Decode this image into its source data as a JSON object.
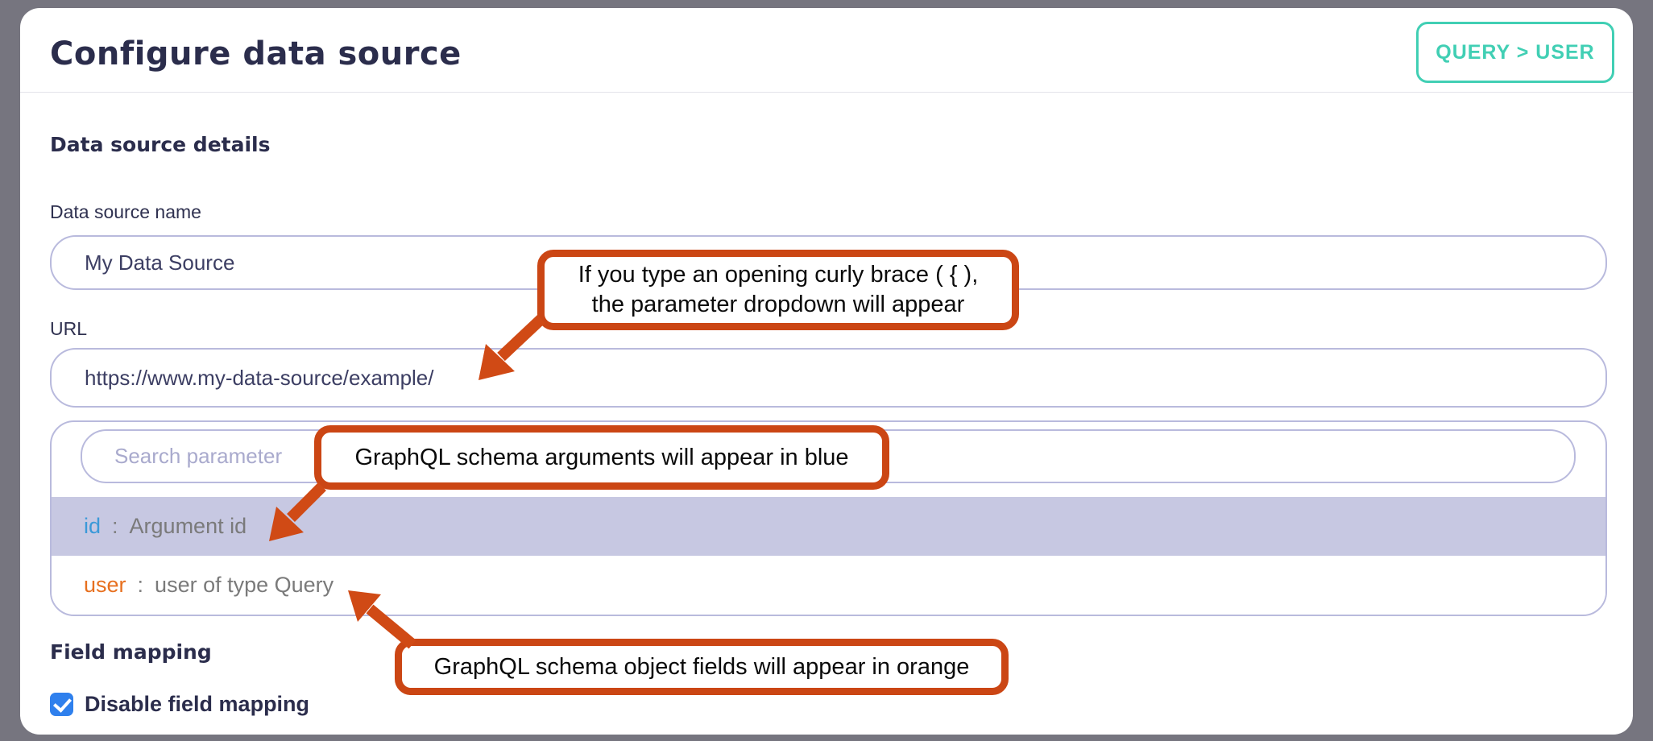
{
  "page": {
    "title": "Configure data source",
    "badge_label": "QUERY > USER"
  },
  "sections": {
    "details_header": "Data source details",
    "field_mapping_header": "Field mapping"
  },
  "fields": {
    "name": {
      "label": "Data source name",
      "value": "My Data Source"
    },
    "url": {
      "label": "URL",
      "value": "https://www.my-data-source/example/"
    }
  },
  "dropdown": {
    "search_placeholder": "Search parameter",
    "items": [
      {
        "key": "id",
        "separator": ":",
        "description": "Argument id",
        "key_color": "#3b99d8",
        "highlighted": true,
        "highlight_color": "#c7c8e2"
      },
      {
        "key": "user",
        "separator": ":",
        "description": "user of type Query",
        "key_color": "#e7701f",
        "highlighted": false,
        "highlight_color": null
      }
    ]
  },
  "field_mapping": {
    "checkbox_label": "Disable field mapping",
    "checked": true
  },
  "annotations": {
    "curly_brace": {
      "line1": "If you type an opening curly brace ( { ),",
      "line2": "the parameter dropdown will appear"
    },
    "arguments_blue": {
      "line1": "GraphQL schema arguments will appear in blue"
    },
    "fields_orange": {
      "line1": "GraphQL schema object fields will appear in orange"
    }
  },
  "colors": {
    "frame": "#76757f",
    "accent_teal": "#41cfb4",
    "callout_border": "#cb4614",
    "input_border": "#b9badd",
    "highlight_row": "#c7c8e2",
    "heading_navy": "#2b2d4c",
    "argument_blue": "#3b99d8",
    "field_orange": "#e7701f",
    "checkbox_blue": "#2f80ed"
  }
}
